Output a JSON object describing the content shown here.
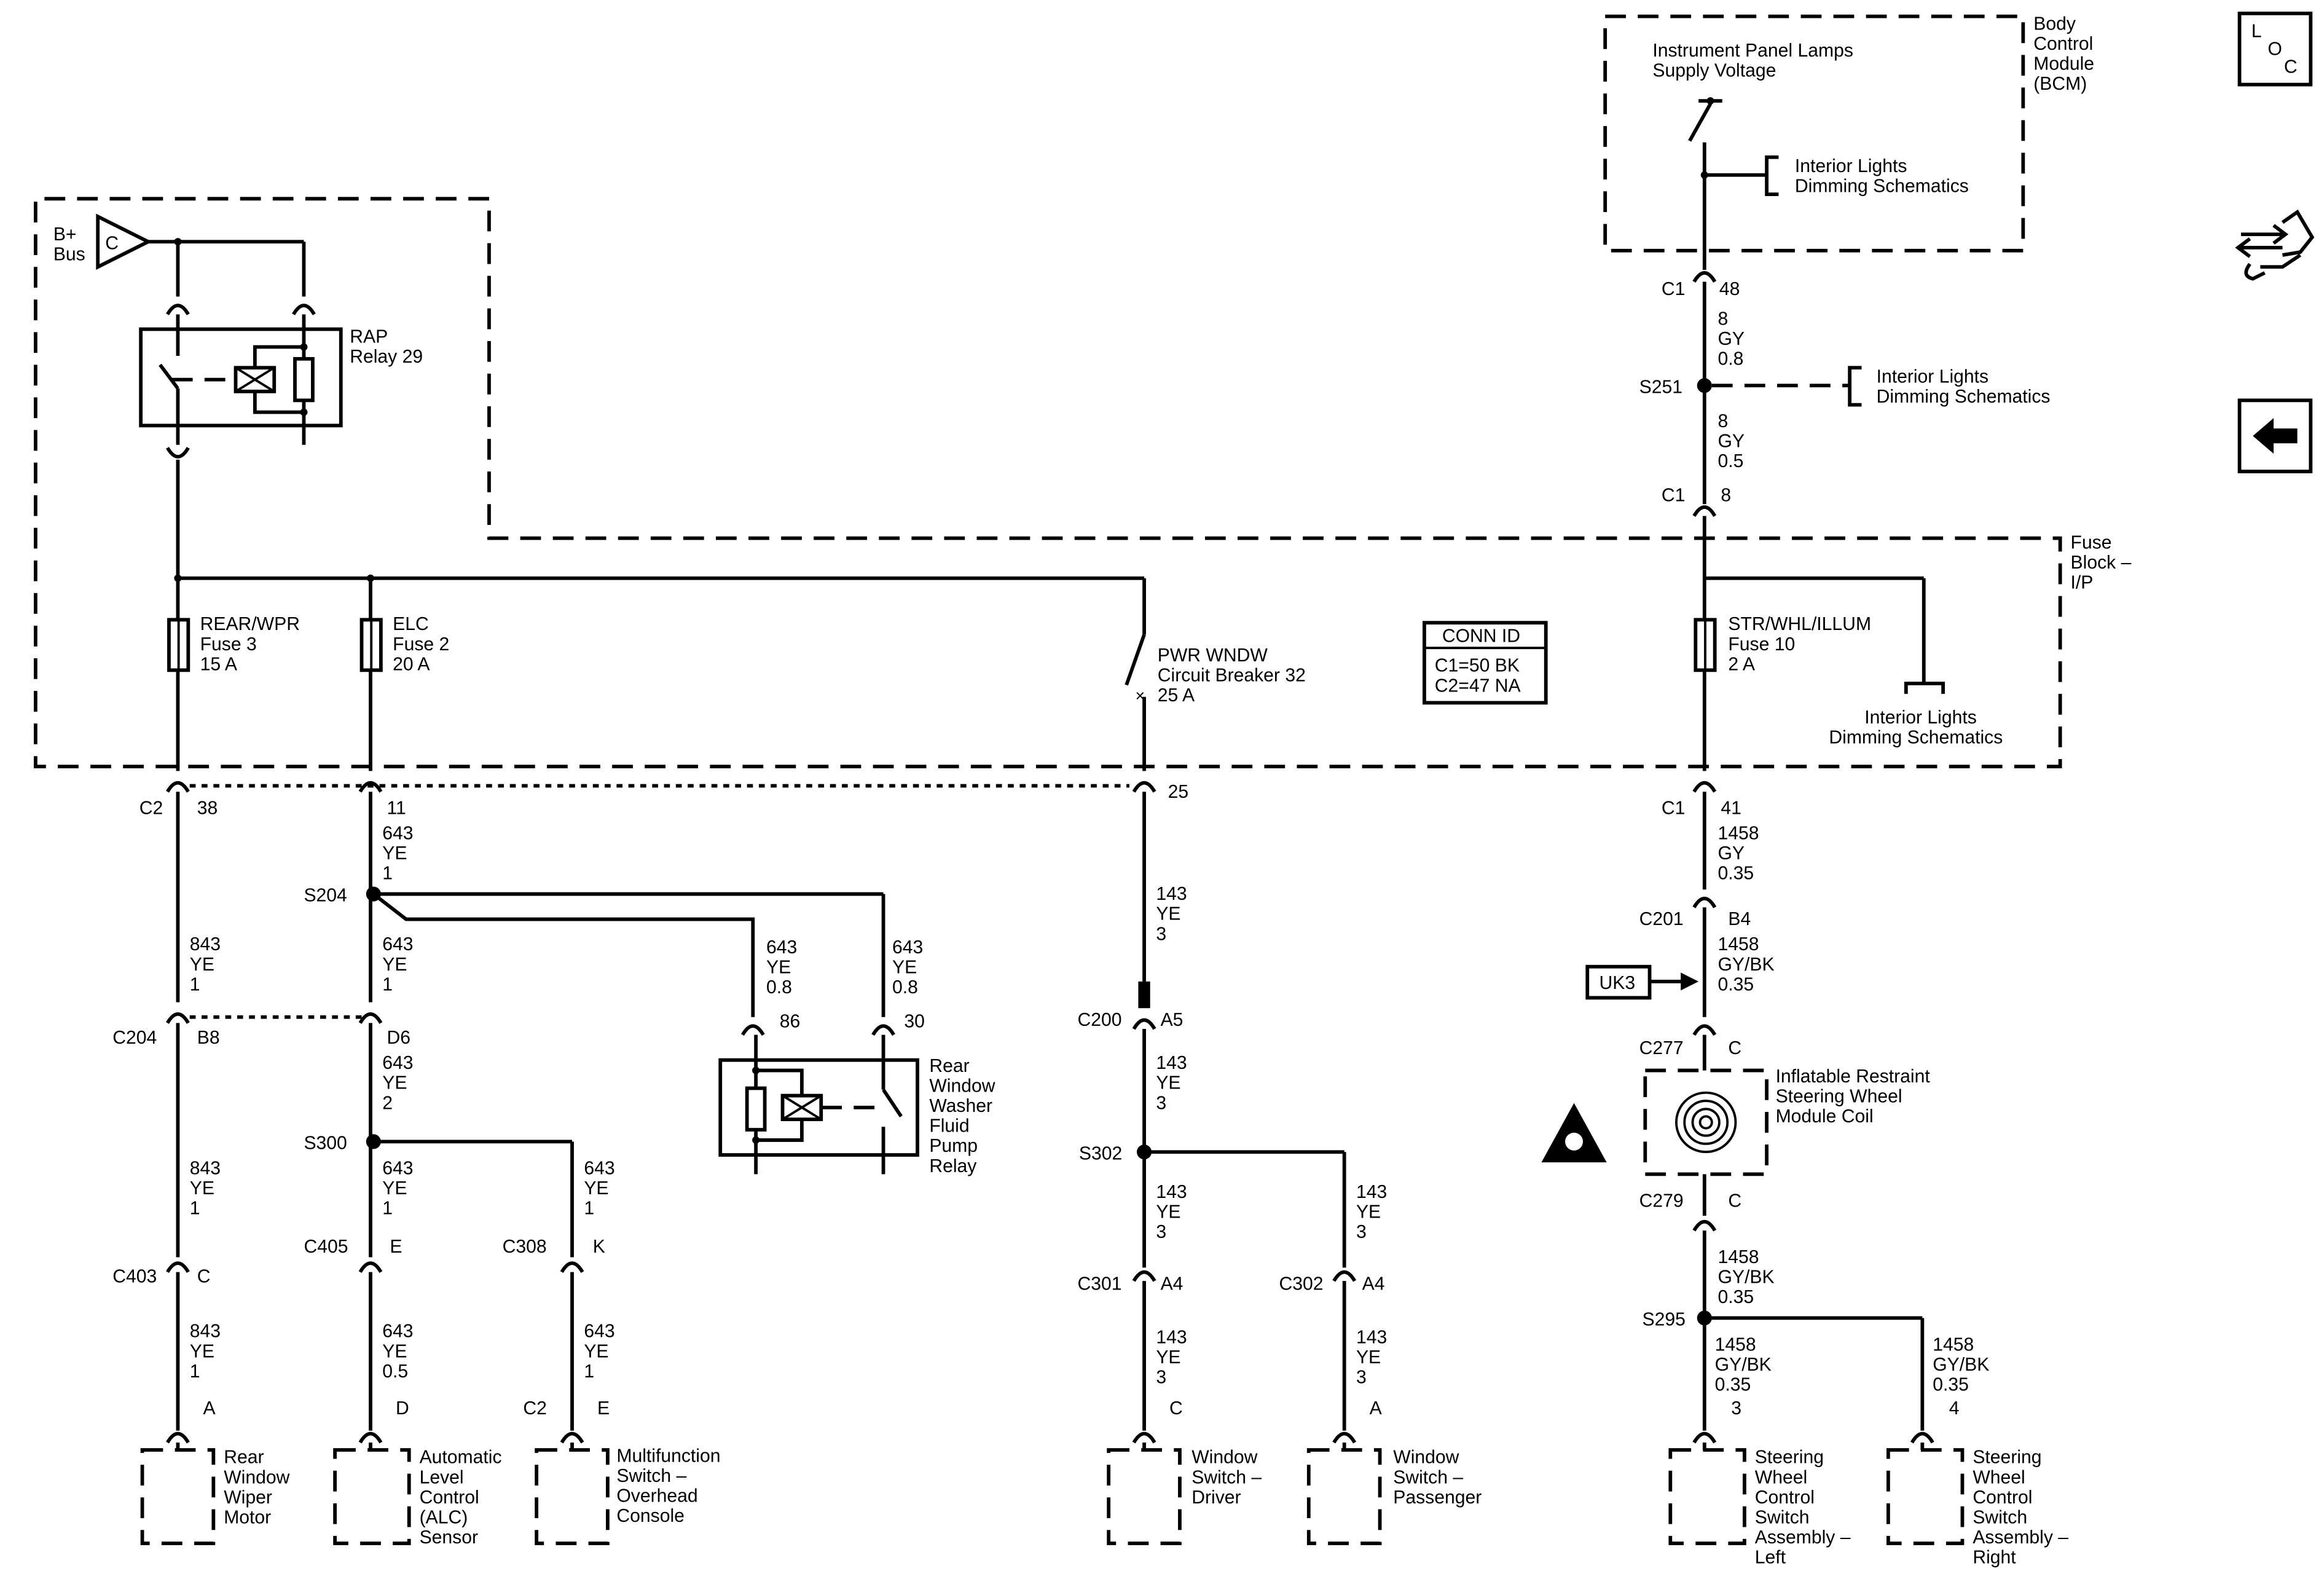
{
  "bcm": {
    "label": [
      "Body",
      "Control",
      "Module",
      "(BCM)"
    ],
    "supply": [
      "Instrument Panel Lamps",
      "Supply Voltage"
    ]
  },
  "interior_refs": {
    "ref1": [
      "Interior Lights",
      "Dimming Schematics"
    ],
    "ref2": [
      "Interior Lights",
      "Dimming Schematics"
    ],
    "ref3": [
      "Interior Lights",
      "Dimming Schematics"
    ]
  },
  "fuse_block": {
    "label": [
      "Fuse",
      "Block –",
      "I/P"
    ]
  },
  "bplus": {
    "label": [
      "B+",
      "Bus"
    ],
    "letter": "C"
  },
  "rap_relay": {
    "label": [
      "RAP",
      "Relay 29"
    ]
  },
  "fuses": {
    "rear_wpr": [
      "REAR/WPR",
      "Fuse 3",
      "15 A"
    ],
    "elc": [
      "ELC",
      "Fuse 2",
      "20 A"
    ],
    "pwr_wndw": [
      "PWR WNDW",
      "Circuit Breaker 32",
      "25 A"
    ],
    "str_whl": [
      "STR/WHL/ILLUM",
      "Fuse 10",
      "2 A"
    ]
  },
  "conn_id": {
    "title": "CONN ID",
    "lines": [
      "C1=50 BK",
      "C2=47 NA"
    ]
  },
  "connectors": {
    "c1_48": {
      "name": "C1",
      "pin": "48"
    },
    "c1_8": {
      "name": "C1",
      "pin": "8"
    },
    "c2_38": {
      "name": "C2",
      "pin": "38"
    },
    "p11": {
      "pin": "11"
    },
    "p25": {
      "pin": "25"
    },
    "c1_41": {
      "name": "C1",
      "pin": "41"
    },
    "c201": {
      "name": "C201",
      "pin": "B4"
    },
    "c204": {
      "name": "C204",
      "pin": "B8"
    },
    "d6": {
      "pin": "D6"
    },
    "c200": {
      "name": "C200",
      "pin": "A5"
    },
    "p86": {
      "pin": "86"
    },
    "p30": {
      "pin": "30"
    },
    "c277": {
      "name": "C277",
      "pin": "C"
    },
    "c279": {
      "name": "C279",
      "pin": "C"
    },
    "c403": {
      "name": "C403",
      "pin": "C"
    },
    "c405": {
      "name": "C405",
      "pin": "E"
    },
    "c308": {
      "name": "C308",
      "pin": "K"
    },
    "c301": {
      "name": "C301",
      "pin": "A4"
    },
    "c302": {
      "name": "C302",
      "pin": "A4"
    },
    "pa_wiper": {
      "pin": "A"
    },
    "pd_alc": {
      "pin": "D"
    },
    "pe_mfs": {
      "name": "C2",
      "pin": "E"
    },
    "pc_drv": {
      "pin": "C"
    },
    "pa_pass": {
      "pin": "A"
    },
    "p3_swl": {
      "pin": "3"
    },
    "p4_swr": {
      "pin": "4"
    }
  },
  "splices": {
    "s251": "S251",
    "s204": "S204",
    "s300": "S300",
    "s302": "S302",
    "s295": "S295"
  },
  "wires": {
    "w_48_s251": [
      "8",
      "GY",
      "0.8"
    ],
    "w_s251_c1": [
      "8",
      "GY",
      "0.5"
    ],
    "w_41_c201": [
      "1458",
      "GY",
      "0.35"
    ],
    "w_c201_c277": [
      "1458",
      "GY/BK",
      "0.35"
    ],
    "w_c279_s295": [
      "1458",
      "GY/BK",
      "0.35"
    ],
    "w_s295_3": [
      "1458",
      "GY/BK",
      "0.35"
    ],
    "w_s295_4": [
      "1458",
      "GY/BK",
      "0.35"
    ],
    "w_11_s204": [
      "643",
      "YE",
      "1"
    ],
    "w_s204_d6": [
      "643",
      "YE",
      "1"
    ],
    "w_86": [
      "643",
      "YE",
      "0.8"
    ],
    "w_30": [
      "643",
      "YE",
      "0.8"
    ],
    "w_d6_s300": [
      "643",
      "YE",
      "2"
    ],
    "w_s300_c405": [
      "643",
      "YE",
      "1"
    ],
    "w_s300_c308": [
      "643",
      "YE",
      "1"
    ],
    "w_c405_d": [
      "643",
      "YE",
      "0.5"
    ],
    "w_c308_e": [
      "643",
      "YE",
      "1"
    ],
    "w_38_c204": [
      "843",
      "YE",
      "1"
    ],
    "w_c204_c403": [
      "843",
      "YE",
      "1"
    ],
    "w_c403_a": [
      "843",
      "YE",
      "1"
    ],
    "w_25_c200": [
      "143",
      "YE",
      "3"
    ],
    "w_c200_s302": [
      "143",
      "YE",
      "3"
    ],
    "w_s302_c301": [
      "143",
      "YE",
      "3"
    ],
    "w_s302_c302": [
      "143",
      "YE",
      "3"
    ],
    "w_c301_c": [
      "143",
      "YE",
      "3"
    ],
    "w_c302_a": [
      "143",
      "YE",
      "3"
    ]
  },
  "uk3": "UK3",
  "washer_relay": {
    "label": [
      "Rear",
      "Window",
      "Washer",
      "Fluid",
      "Pump",
      "Relay"
    ]
  },
  "coil": {
    "label": [
      "Inflatable Restraint",
      "Steering Wheel",
      "Module Coil"
    ]
  },
  "components": {
    "wiper_motor": [
      "Rear",
      "Window",
      "Wiper",
      "Motor"
    ],
    "alc_sensor": [
      "Automatic",
      "Level",
      "Control",
      "(ALC)",
      "Sensor"
    ],
    "mfs": [
      "Multifunction",
      "Switch –",
      "Overhead",
      "Console"
    ],
    "win_drv": [
      "Window",
      "Switch –",
      "Driver"
    ],
    "win_pass": [
      "Window",
      "Switch –",
      "Passenger"
    ],
    "swc_left": [
      "Steering",
      "Wheel",
      "Control",
      "Switch",
      "Assembly –",
      "Left"
    ],
    "swc_right": [
      "Steering",
      "Wheel",
      "Control",
      "Switch",
      "Assembly –",
      "Right"
    ]
  },
  "nav": {
    "loc": [
      "L",
      "O",
      "C"
    ]
  }
}
